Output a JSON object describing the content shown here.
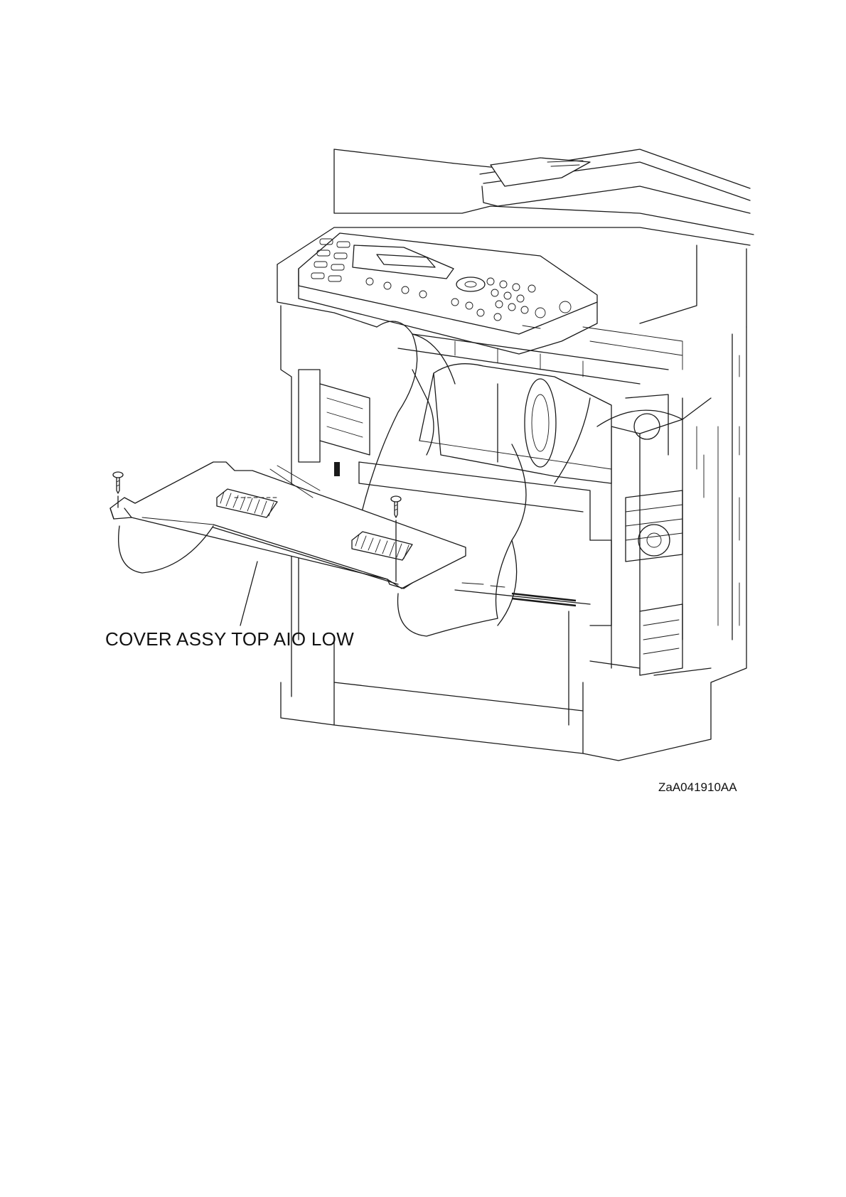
{
  "diagram": {
    "callout_label": "COVER ASSY TOP AIO LOW",
    "figure_id": "ZaA041910AA",
    "colors": {
      "line": "#1a1a1a",
      "background": "#ffffff"
    },
    "parts": [
      "printer-body",
      "control-panel",
      "adf-tray",
      "toner-cartridge",
      "cover-assy-top-aio-low",
      "screw-left",
      "screw-right"
    ]
  }
}
